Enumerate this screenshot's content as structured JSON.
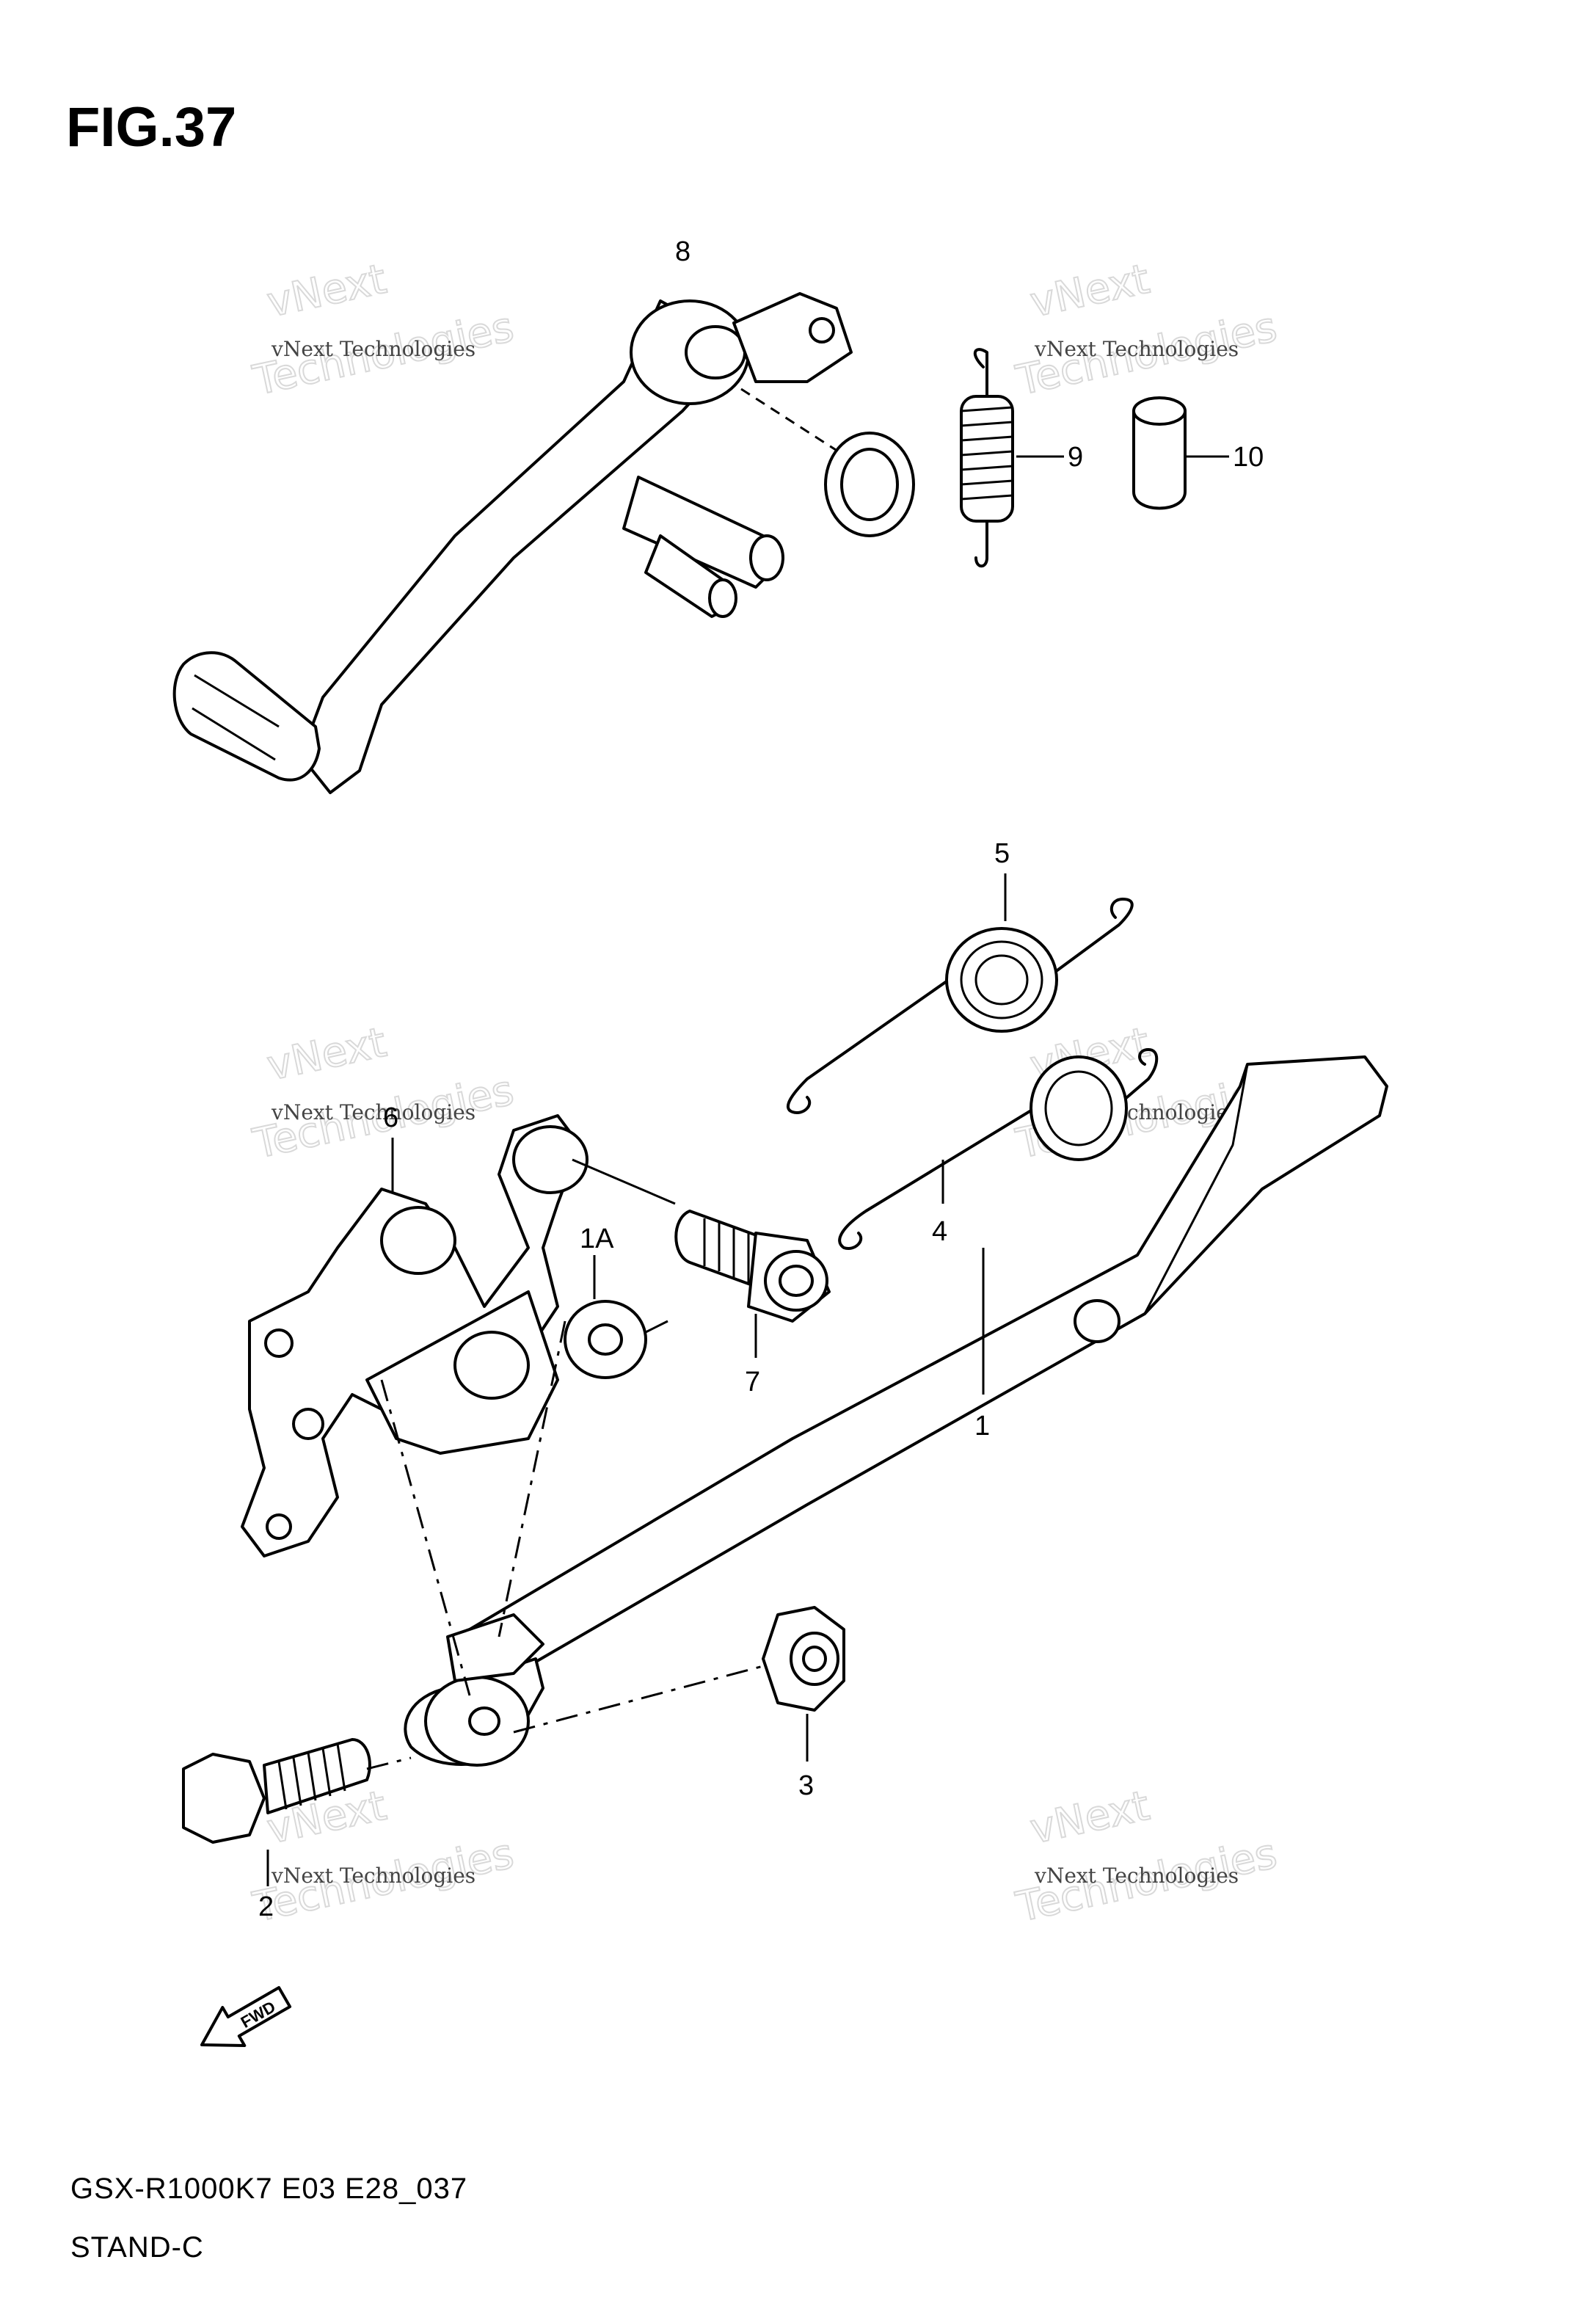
{
  "figure_title": "FIG.37",
  "callouts": {
    "p1": "1",
    "p1a": "1A",
    "p2": "2",
    "p3": "3",
    "p4": "4",
    "p5": "5",
    "p6": "6",
    "p7": "7",
    "p8": "8",
    "p9": "9",
    "p10": "10"
  },
  "watermark": {
    "company": "vNext Technologies",
    "line1": "vNext",
    "line2": "Technologies"
  },
  "direction_marker": "FWD",
  "footer": {
    "model_code": "GSX-R1000K7 E03 E28_037",
    "section": "STAND-C"
  }
}
